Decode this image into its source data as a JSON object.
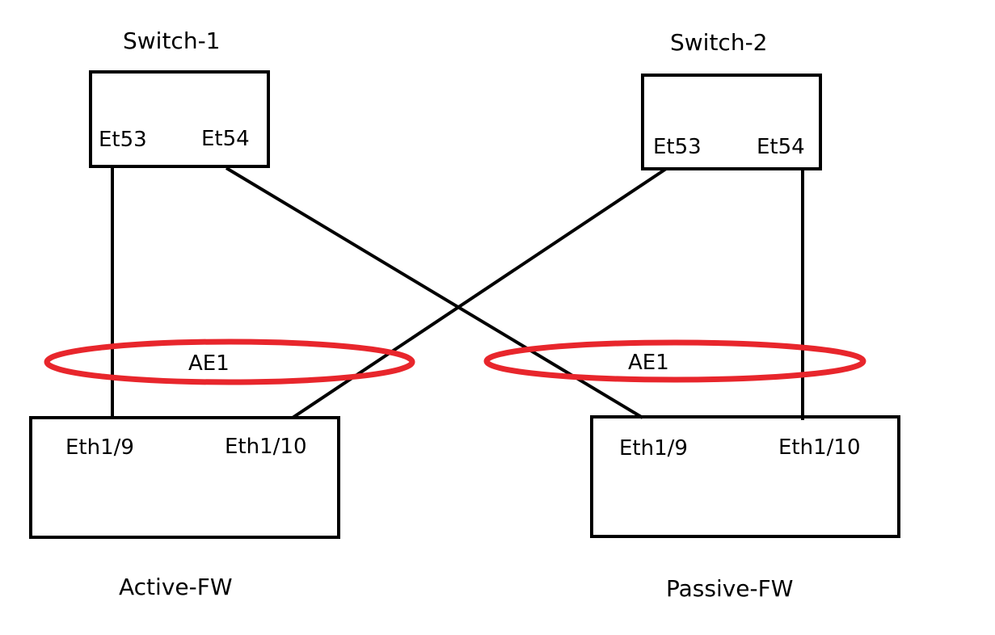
{
  "diagram": {
    "switches": [
      {
        "name": "Switch-1",
        "ports": [
          "Et53",
          "Et54"
        ]
      },
      {
        "name": "Switch-2",
        "ports": [
          "Et53",
          "Et54"
        ]
      }
    ],
    "firewalls": [
      {
        "name": "Active-FW",
        "ports": [
          "Eth1/9",
          "Eth1/10"
        ]
      },
      {
        "name": "Passive-FW",
        "ports": [
          "Eth1/9",
          "Eth1/10"
        ]
      }
    ],
    "lags": [
      {
        "label": "AE1",
        "firewall": "Active-FW"
      },
      {
        "label": "AE1",
        "firewall": "Passive-FW"
      }
    ],
    "links": [
      {
        "from": "Switch-1 Et53",
        "to": "Active-FW Eth1/9"
      },
      {
        "from": "Switch-1 Et54",
        "to": "Passive-FW Eth1/9"
      },
      {
        "from": "Switch-2 Et53",
        "to": "Active-FW Eth1/10"
      },
      {
        "from": "Switch-2 Et54",
        "to": "Passive-FW Eth1/10"
      }
    ],
    "colors": {
      "line": "#000000",
      "lag": "#e8262c",
      "background": "#ffffff"
    }
  }
}
